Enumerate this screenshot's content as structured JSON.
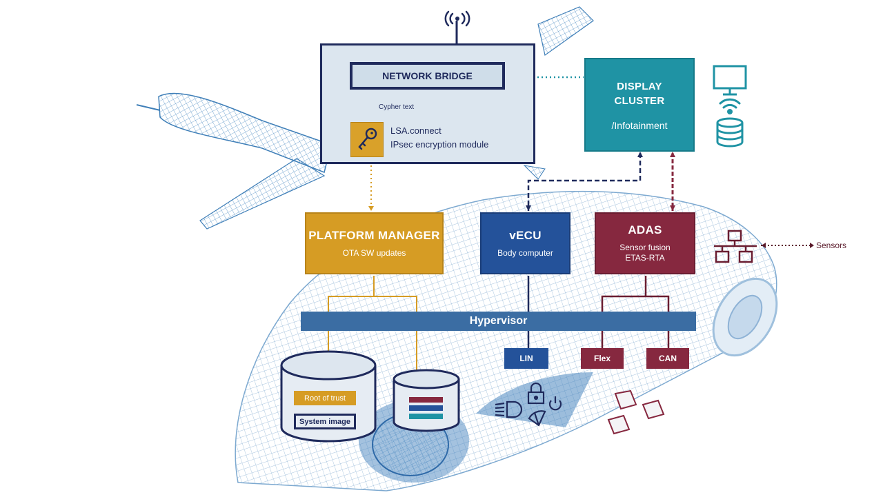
{
  "diagram": {
    "network_bridge": {
      "title": "NETWORK BRIDGE",
      "link_label": "Cypher text",
      "module_name": "LSA.connect",
      "module_desc": "IPsec encryption module"
    },
    "display_cluster": {
      "title_line1": "DISPLAY",
      "title_line2": "CLUSTER",
      "subtitle": "/Infotainment"
    },
    "platform_manager": {
      "title": "PLATFORM MANAGER",
      "subtitle": "OTA SW updates"
    },
    "vecu": {
      "title": "vECU",
      "subtitle": "Body computer"
    },
    "adas": {
      "title": "ADAS",
      "subtitle_line1": "Sensor fusion",
      "subtitle_line2": "ETAS-RTA"
    },
    "hypervisor": {
      "label": "Hypervisor"
    },
    "buses": [
      {
        "label": "LIN"
      },
      {
        "label": "Flex"
      },
      {
        "label": "CAN"
      }
    ],
    "storage": {
      "root_of_trust": "Root of trust",
      "system_image": "System image"
    },
    "sensors_label": "Sensors",
    "icons": [
      "antenna-icon",
      "key-icon",
      "monitor-icon",
      "wifi-icon",
      "database-icon",
      "network-icon",
      "headlight-icon",
      "lock-icon",
      "power-icon",
      "wiper-icon",
      "chip-icon"
    ],
    "colors": {
      "navy": "#1f2a5c",
      "gold": "#d69c24",
      "blue": "#24529a",
      "maroon": "#86283f",
      "teal": "#1f93a4",
      "hypervisor": "#3b6da3",
      "wireframe": "#4a8bc0"
    }
  }
}
